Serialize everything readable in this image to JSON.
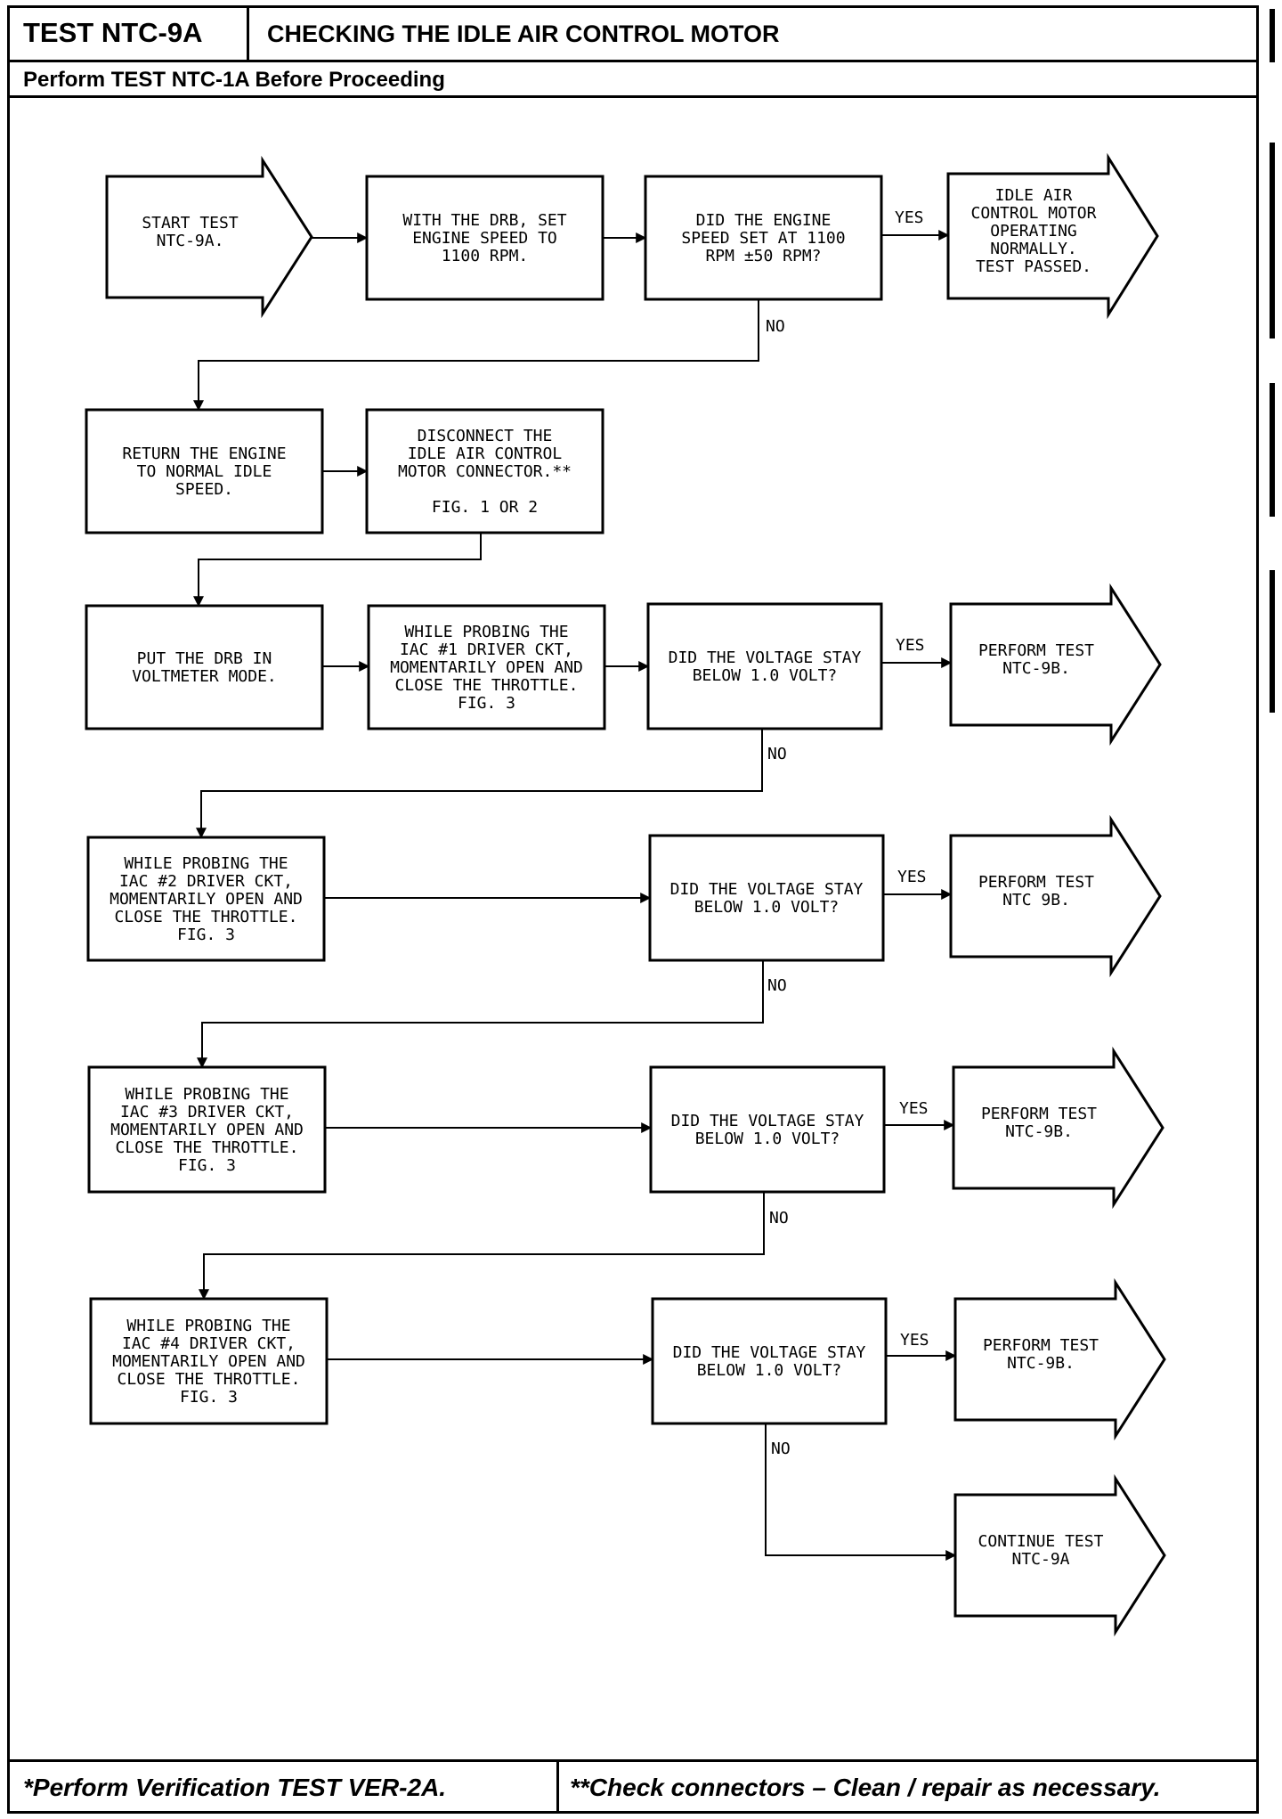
{
  "header": {
    "test_id": "TEST NTC-9A",
    "title": "CHECKING THE IDLE AIR CONTROL MOTOR",
    "prerequisite": "Perform TEST NTC-1A Before Proceeding"
  },
  "footer": {
    "left_note": "*Perform Verification TEST VER-2A.",
    "right_note": "**Check connectors – Clean / repair as necessary."
  },
  "flowchart": {
    "start": [
      "START TEST",
      "NTC-9A."
    ],
    "set_speed": [
      "WITH THE DRB, SET",
      "ENGINE SPEED TO",
      "1100 RPM."
    ],
    "q_speed": [
      "DID THE ENGINE",
      "SPEED SET AT 1100",
      "RPM ±50 RPM?"
    ],
    "passed": [
      "IDLE AIR",
      "CONTROL MOTOR",
      "OPERATING",
      "NORMALLY.",
      "TEST PASSED."
    ],
    "return_idle": [
      "RETURN THE ENGINE",
      "TO NORMAL IDLE",
      "SPEED."
    ],
    "disconnect": [
      "DISCONNECT THE",
      "IDLE AIR CONTROL",
      "MOTOR CONNECTOR.**",
      "",
      "FIG. 1 OR 2"
    ],
    "voltmeter": [
      "PUT THE DRB IN",
      "VOLTMETER MODE."
    ],
    "probe1": [
      "WHILE PROBING THE",
      "IAC #1 DRIVER CKT,",
      "MOMENTARILY OPEN AND",
      "CLOSE THE THROTTLE.",
      "FIG. 3"
    ],
    "q1": [
      "DID THE VOLTAGE STAY",
      "BELOW 1.0 VOLT?"
    ],
    "r1": [
      "PERFORM TEST",
      "NTC-9B."
    ],
    "probe2": [
      "WHILE PROBING THE",
      "IAC #2 DRIVER CKT,",
      "MOMENTARILY OPEN AND",
      "CLOSE THE THROTTLE.",
      "FIG. 3"
    ],
    "q2": [
      "DID THE VOLTAGE STAY",
      "BELOW 1.0 VOLT?"
    ],
    "r2": [
      "PERFORM TEST",
      "NTC 9B."
    ],
    "probe3": [
      "WHILE PROBING THE",
      "IAC #3 DRIVER CKT,",
      "MOMENTARILY OPEN AND",
      "CLOSE THE THROTTLE.",
      "FIG. 3"
    ],
    "q3": [
      "DID THE VOLTAGE STAY",
      "BELOW 1.0 VOLT?"
    ],
    "r3": [
      "PERFORM TEST",
      "NTC-9B."
    ],
    "probe4": [
      "WHILE PROBING THE",
      "IAC #4 DRIVER CKT,",
      "MOMENTARILY OPEN AND",
      "CLOSE THE THROTTLE.",
      "FIG. 3"
    ],
    "q4": [
      "DID THE VOLTAGE STAY",
      "BELOW 1.0 VOLT?"
    ],
    "r4": [
      "PERFORM TEST",
      "NTC-9B."
    ],
    "continue": [
      "CONTINUE TEST",
      "NTC-9A"
    ],
    "yes_label": "YES",
    "no_label": "NO"
  },
  "colors": {
    "ink": "#000000",
    "paper": "#ffffff"
  }
}
